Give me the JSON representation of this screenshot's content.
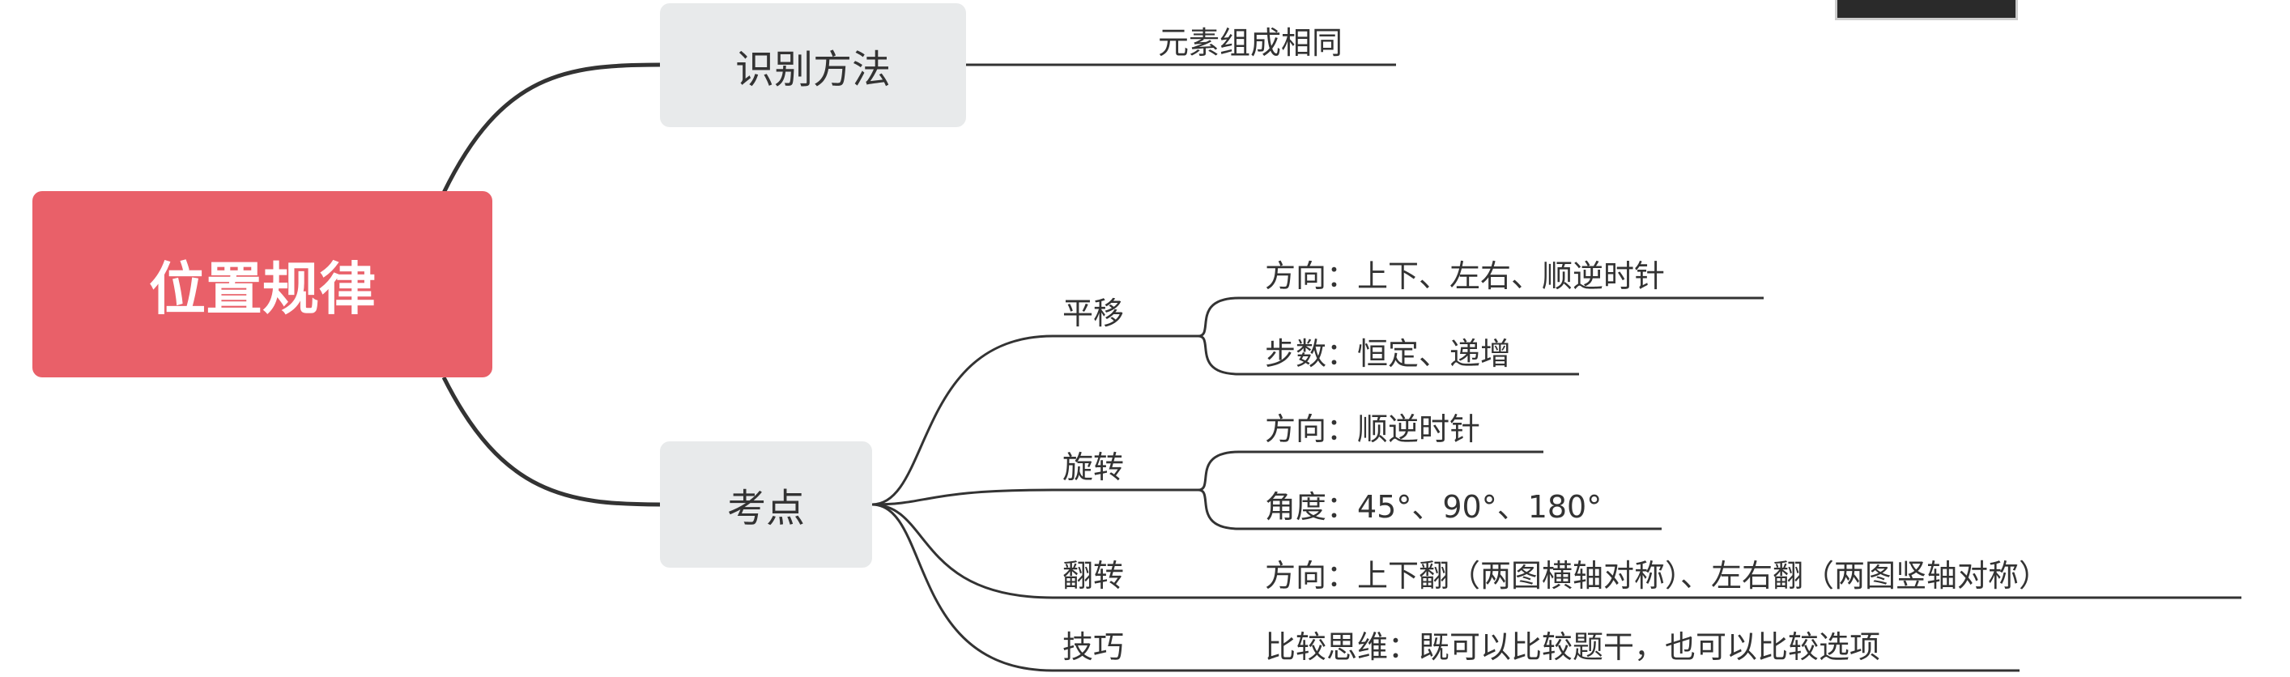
{
  "mindmap": {
    "root": {
      "label": "位置规律"
    },
    "branches": [
      {
        "label": "识别方法",
        "children": [
          {
            "label": "元素组成相同"
          }
        ]
      },
      {
        "label": "考点",
        "children": [
          {
            "label": "平移",
            "children": [
              {
                "label": "方向：上下、左右、顺逆时针"
              },
              {
                "label": "步数：恒定、递增"
              }
            ]
          },
          {
            "label": "旋转",
            "children": [
              {
                "label": "方向：顺逆时针"
              },
              {
                "label": "角度：45°、90°、180°"
              }
            ]
          },
          {
            "label": "翻转",
            "children": [
              {
                "label": "方向：上下翻（两图横轴对称）、左右翻（两图竖轴对称）"
              }
            ]
          },
          {
            "label": "技巧",
            "children": [
              {
                "label": "比较思维：既可以比较题干，也可以比较选项"
              }
            ]
          }
        ]
      }
    ]
  },
  "colors": {
    "root_fill": "#e96069",
    "root_text": "#ffffff",
    "node_fill": "#e8eaeb",
    "line": "#333333",
    "underline_annotation": "#d92b3a"
  }
}
